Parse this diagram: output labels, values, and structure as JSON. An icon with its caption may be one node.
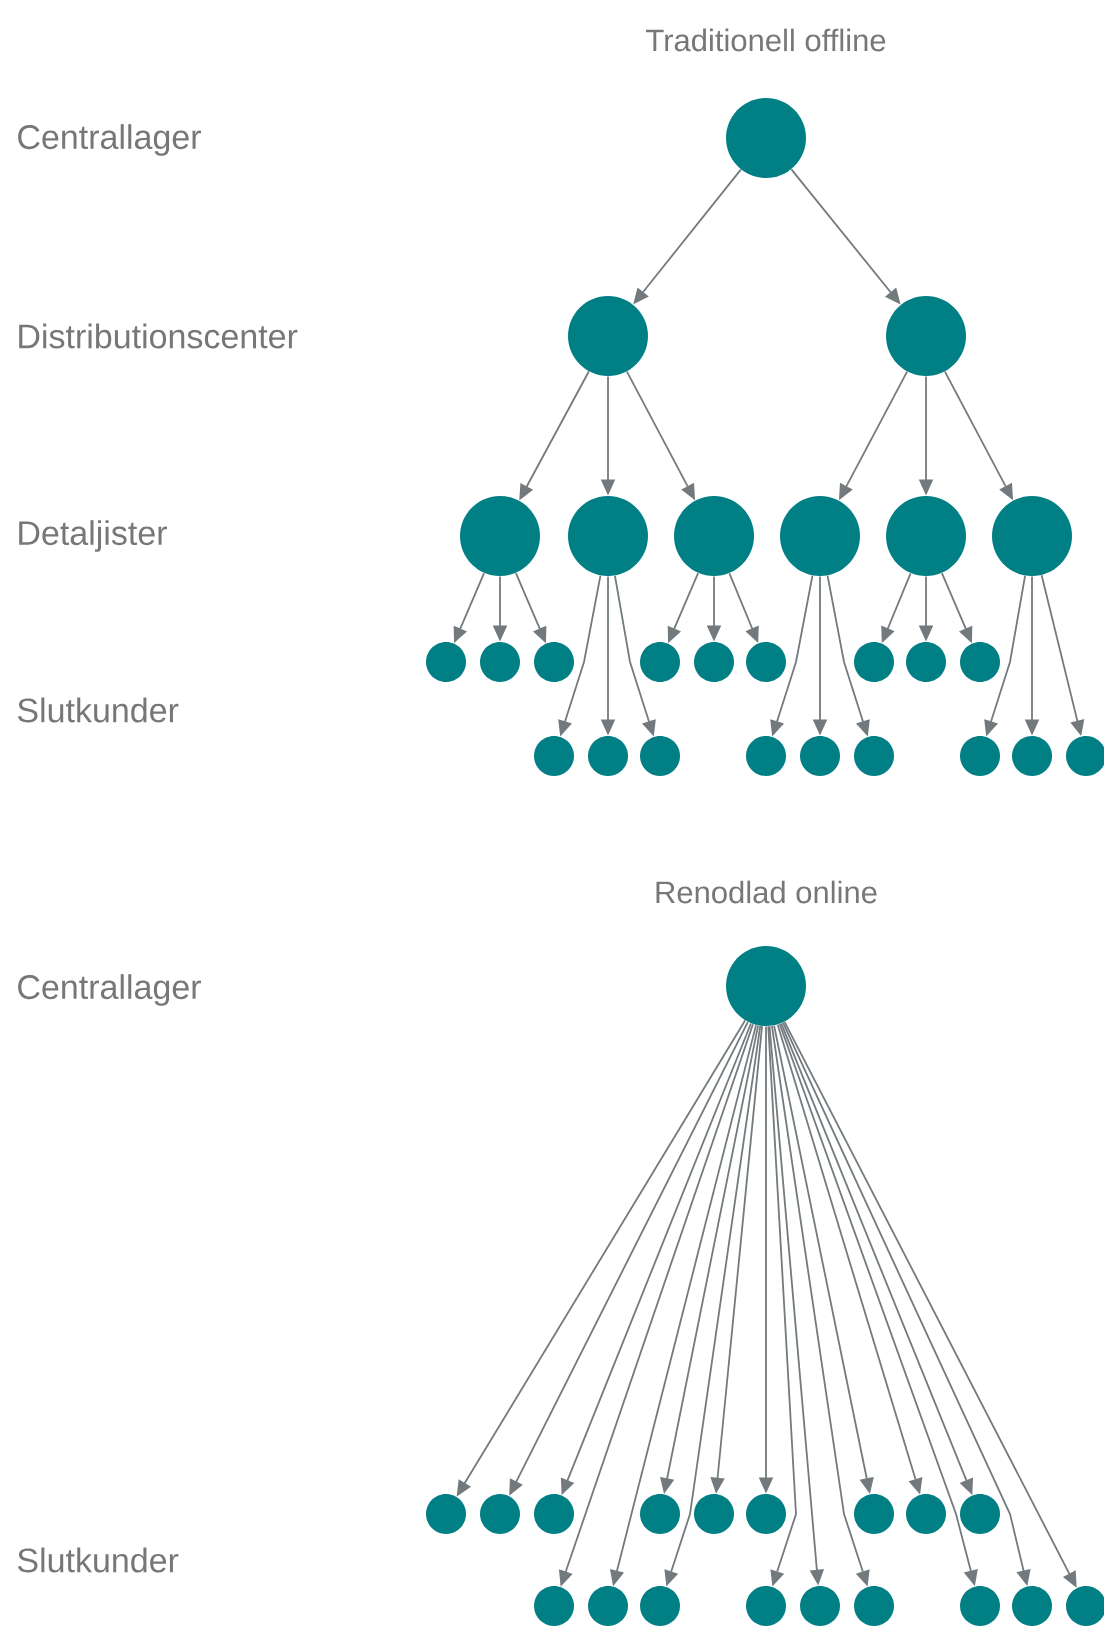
{
  "diagram": {
    "nodes": [
      {
        "text": [],
        "shape": "circle"
      },
      {
        "text": [],
        "shape": "circle"
      },
      {
        "text": [],
        "shape": "circle"
      },
      {
        "text": [],
        "shape": "circle"
      },
      {
        "text": [],
        "shape": "circle"
      },
      {
        "text": [],
        "shape": "circle"
      },
      {
        "text": [],
        "shape": "circle"
      },
      {
        "text": [],
        "shape": "circle"
      },
      {
        "text": [],
        "shape": "circle"
      },
      {
        "text": [],
        "shape": "circle"
      },
      {
        "text": [],
        "shape": "circle"
      },
      {
        "text": [],
        "shape": "circle"
      },
      {
        "text": [],
        "shape": "circle"
      },
      {
        "text": [],
        "shape": "circle"
      },
      {
        "text": [],
        "shape": "circle"
      },
      {
        "text": [],
        "shape": "circle"
      },
      {
        "text": [],
        "shape": "circle"
      },
      {
        "text": [],
        "shape": "circle"
      },
      {
        "text": [],
        "shape": "circle"
      },
      {
        "text": [],
        "shape": "circle"
      },
      {
        "text": [],
        "shape": "circle"
      },
      {
        "text": [],
        "shape": "circle"
      },
      {
        "text": [],
        "shape": "circle"
      },
      {
        "text": [],
        "shape": "circle"
      },
      {
        "text": [],
        "shape": "circle"
      },
      {
        "text": [],
        "shape": "circle"
      },
      {
        "text": [],
        "shape": "circle"
      },
      {
        "text": [],
        "shape": "circle"
      },
      {
        "text": [],
        "shape": "circle"
      },
      {
        "text": [],
        "shape": "circle"
      },
      {
        "text": [],
        "shape": "circle"
      },
      {
        "text": [],
        "shape": "circle"
      },
      {
        "text": [],
        "shape": "circle"
      },
      {
        "text": [],
        "shape": "circle"
      },
      {
        "text": [],
        "shape": "circle"
      },
      {
        "text": [],
        "shape": "circle"
      },
      {
        "text": [],
        "shape": "circle"
      },
      {
        "text": [],
        "shape": "circle"
      },
      {
        "text": [],
        "shape": "circle"
      },
      {
        "text": [],
        "shape": "circle"
      },
      {
        "text": [],
        "shape": "circle"
      },
      {
        "text": [],
        "shape": "circle"
      },
      {
        "text": [],
        "shape": "circle"
      },
      {
        "text": [],
        "shape": "circle"
      },
      {
        "text": [],
        "shape": "circle"
      },
      {
        "text": [],
        "shape": "circle"
      }
    ],
    "edges": [
      {
        "from": 0,
        "to": 1,
        "arrow": "to"
      },
      {
        "from": 0,
        "to": 2,
        "arrow": "to"
      },
      {
        "from": 1,
        "to": 3,
        "arrow": "to"
      },
      {
        "from": 1,
        "to": 4,
        "arrow": "to"
      },
      {
        "from": 1,
        "to": 5,
        "arrow": "to"
      },
      {
        "from": 2,
        "to": 6,
        "arrow": "to"
      },
      {
        "from": 2,
        "to": 7,
        "arrow": "to"
      },
      {
        "from": 2,
        "to": 8,
        "arrow": "to"
      },
      {
        "from": 3,
        "to": 9,
        "arrow": "to"
      },
      {
        "from": 3,
        "to": 10,
        "arrow": "to"
      },
      {
        "from": 3,
        "to": 11,
        "arrow": "to"
      },
      {
        "from": 4,
        "to": 18,
        "arrow": "to"
      },
      {
        "from": 4,
        "to": 19,
        "arrow": "to"
      },
      {
        "from": 4,
        "to": 20,
        "arrow": "to"
      },
      {
        "from": 5,
        "to": 12,
        "arrow": "to"
      },
      {
        "from": 5,
        "to": 13,
        "arrow": "to"
      },
      {
        "from": 5,
        "to": 14,
        "arrow": "to"
      },
      {
        "from": 6,
        "to": 21,
        "arrow": "to"
      },
      {
        "from": 6,
        "to": 22,
        "arrow": "to"
      },
      {
        "from": 6,
        "to": 23,
        "arrow": "to"
      },
      {
        "from": 7,
        "to": 15,
        "arrow": "to"
      },
      {
        "from": 7,
        "to": 16,
        "arrow": "to"
      },
      {
        "from": 7,
        "to": 17,
        "arrow": "to"
      },
      {
        "from": 8,
        "to": 24,
        "arrow": "to"
      },
      {
        "from": 8,
        "to": 25,
        "arrow": "to"
      },
      {
        "from": 8,
        "to": 26,
        "arrow": "to"
      },
      {
        "from": 27,
        "to": 28,
        "arrow": "to"
      },
      {
        "from": 27,
        "to": 29,
        "arrow": "to"
      },
      {
        "from": 27,
        "to": 30,
        "arrow": "to"
      },
      {
        "from": 27,
        "to": 31,
        "arrow": "to"
      },
      {
        "from": 27,
        "to": 32,
        "arrow": "to"
      },
      {
        "from": 27,
        "to": 33,
        "arrow": "to"
      },
      {
        "from": 27,
        "to": 34,
        "arrow": "to"
      },
      {
        "from": 27,
        "to": 35,
        "arrow": "to"
      },
      {
        "from": 27,
        "to": 36,
        "arrow": "to"
      },
      {
        "from": 27,
        "to": 37,
        "arrow": "to"
      },
      {
        "from": 27,
        "to": 38,
        "arrow": "to"
      },
      {
        "from": 27,
        "to": 39,
        "arrow": "to"
      },
      {
        "from": 27,
        "to": 40,
        "arrow": "to"
      },
      {
        "from": 27,
        "to": 41,
        "arrow": "to"
      },
      {
        "from": 27,
        "to": 42,
        "arrow": "to"
      },
      {
        "from": 27,
        "to": 43,
        "arrow": "to"
      },
      {
        "from": 27,
        "to": 44,
        "arrow": "to"
      },
      {
        "from": 27,
        "to": 45,
        "arrow": "to"
      }
    ],
    "labels": [
      "Traditionell offline",
      "Centrallager",
      "Distributionscenter",
      "Detaljister",
      "Slutkunder",
      "Renodlad online",
      "Centrallager",
      "Slutkunder"
    ]
  }
}
